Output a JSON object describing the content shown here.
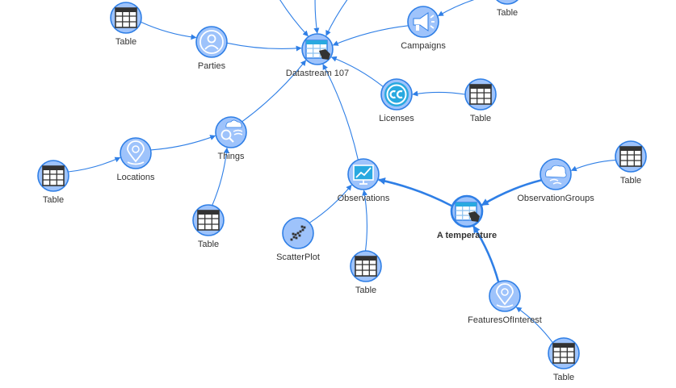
{
  "nodes": [
    {
      "id": "datastream",
      "label": "Datastream 107",
      "icon": "datastream-icon",
      "interactable": true
    },
    {
      "id": "parties",
      "label": "Parties",
      "icon": "person-icon",
      "interactable": true
    },
    {
      "id": "campaigns",
      "label": "Campaigns",
      "icon": "megaphone-icon",
      "interactable": true
    },
    {
      "id": "licenses",
      "label": "Licenses",
      "icon": "creative-commons-icon",
      "interactable": true
    },
    {
      "id": "things",
      "label": "Things",
      "icon": "co2-sensor-icon",
      "interactable": true
    },
    {
      "id": "locations",
      "label": "Locations",
      "icon": "map-pin-icon",
      "interactable": true
    },
    {
      "id": "observations",
      "label": "Observations",
      "icon": "line-chart-icon",
      "interactable": true
    },
    {
      "id": "scatterplot",
      "label": "ScatterPlot",
      "icon": "scatter-plot-icon",
      "interactable": true
    },
    {
      "id": "atemp",
      "label": "A temperature",
      "icon": "datastream-icon",
      "bold": true,
      "interactable": true
    },
    {
      "id": "obsgroups",
      "label": "ObservationGroups",
      "icon": "co2-cloud-icon",
      "interactable": true
    },
    {
      "id": "foi",
      "label": "FeaturesOfInterest",
      "icon": "map-pin-icon",
      "interactable": true
    },
    {
      "id": "table_parties",
      "label": "Table",
      "icon": "table-icon",
      "interactable": true
    },
    {
      "id": "table_campaigns",
      "label": "Table",
      "icon": "table-icon",
      "interactable": true
    },
    {
      "id": "table_licenses",
      "label": "Table",
      "icon": "table-icon",
      "interactable": true
    },
    {
      "id": "table_locations",
      "label": "Table",
      "icon": "table-icon",
      "interactable": true
    },
    {
      "id": "table_things",
      "label": "Table",
      "icon": "table-icon",
      "interactable": true
    },
    {
      "id": "table_observations",
      "label": "Table",
      "icon": "table-icon",
      "interactable": true
    },
    {
      "id": "table_obsgroups",
      "label": "Table",
      "icon": "table-icon",
      "interactable": true
    },
    {
      "id": "table_foi",
      "label": "Table",
      "icon": "table-icon",
      "interactable": true
    }
  ],
  "edges": [
    {
      "from": "table_parties",
      "to": "parties"
    },
    {
      "from": "parties",
      "to": "datastream"
    },
    {
      "from": "campaigns",
      "to": "datastream"
    },
    {
      "from": "table_campaigns",
      "to": "campaigns"
    },
    {
      "from": "licenses",
      "to": "datastream"
    },
    {
      "from": "table_licenses",
      "to": "licenses"
    },
    {
      "from": "things",
      "to": "datastream"
    },
    {
      "from": "locations",
      "to": "things"
    },
    {
      "from": "table_locations",
      "to": "locations"
    },
    {
      "from": "table_things",
      "to": "things"
    },
    {
      "from": "observations",
      "to": "datastream"
    },
    {
      "from": "scatterplot",
      "to": "observations"
    },
    {
      "from": "table_observations",
      "to": "observations"
    },
    {
      "from": "atemp",
      "to": "observations",
      "emphasis": true
    },
    {
      "from": "obsgroups",
      "to": "atemp",
      "emphasis": true
    },
    {
      "from": "foi",
      "to": "atemp",
      "emphasis": true
    },
    {
      "from": "table_obsgroups",
      "to": "obsgroups"
    },
    {
      "from": "table_foi",
      "to": "foi"
    },
    {
      "from": "offscreen_a",
      "to": "datastream"
    },
    {
      "from": "offscreen_b",
      "to": "datastream"
    },
    {
      "from": "offscreen_c",
      "to": "datastream"
    }
  ],
  "colors": {
    "node_fill": "#9ec3fb",
    "node_stroke": "#2f7fe6",
    "edge": "#2f7fe6",
    "icon_dark": "#333333",
    "icon_light": "#ffffff",
    "label": "#333333"
  }
}
